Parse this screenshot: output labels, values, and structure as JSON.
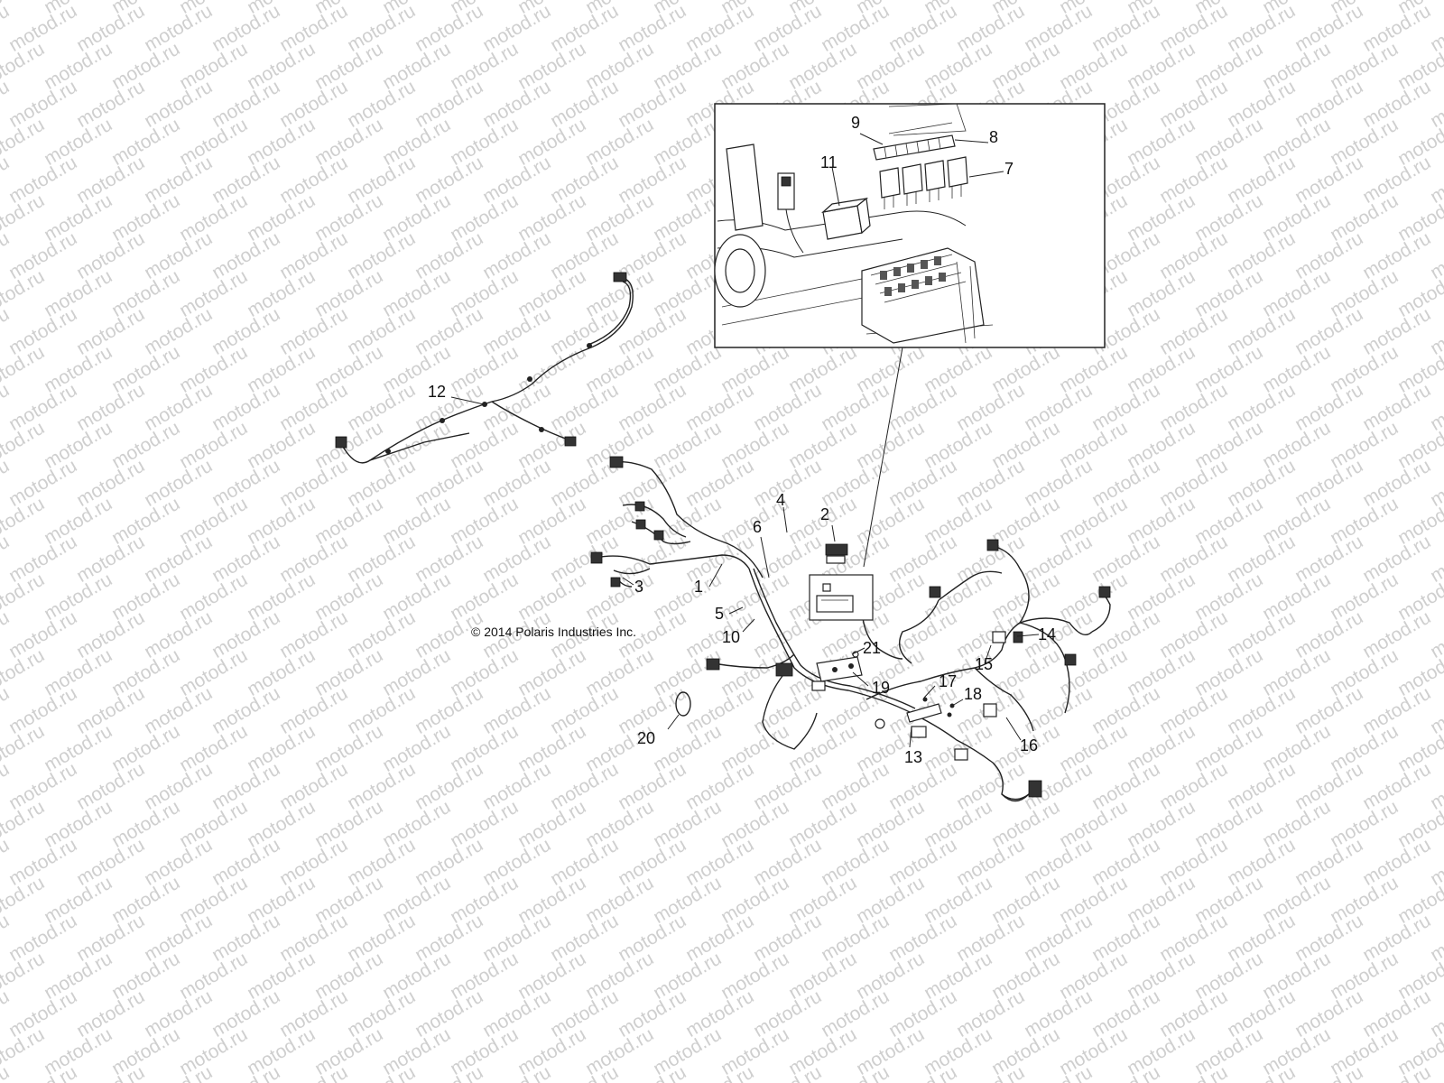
{
  "watermark": {
    "text": "motod.ru"
  },
  "copyright": "© 2014 Polaris Industries Inc.",
  "callouts": [
    {
      "id": "1",
      "label": "1"
    },
    {
      "id": "2",
      "label": "2"
    },
    {
      "id": "3",
      "label": "3"
    },
    {
      "id": "4",
      "label": "4"
    },
    {
      "id": "5",
      "label": "5"
    },
    {
      "id": "6",
      "label": "6"
    },
    {
      "id": "7",
      "label": "7"
    },
    {
      "id": "8",
      "label": "8"
    },
    {
      "id": "9",
      "label": "9"
    },
    {
      "id": "10",
      "label": "10"
    },
    {
      "id": "11",
      "label": "11"
    },
    {
      "id": "12",
      "label": "12"
    },
    {
      "id": "13",
      "label": "13"
    },
    {
      "id": "14",
      "label": "14"
    },
    {
      "id": "15",
      "label": "15"
    },
    {
      "id": "16",
      "label": "16"
    },
    {
      "id": "17",
      "label": "17"
    },
    {
      "id": "18",
      "label": "18"
    },
    {
      "id": "19",
      "label": "19"
    },
    {
      "id": "20",
      "label": "20"
    },
    {
      "id": "21",
      "label": "21"
    }
  ]
}
